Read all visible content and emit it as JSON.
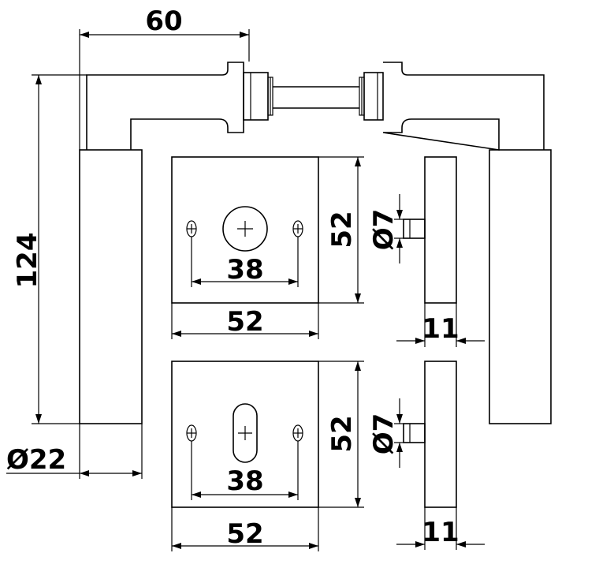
{
  "dimensions": {
    "handle_projection": "60",
    "handle_length": "124",
    "grip_diameter": "Ø22",
    "rose_top_height": "52",
    "rose_top_width": "52",
    "rose_top_screw_spacing": "38",
    "spindle_top_diameter": "Ø7",
    "rose_top_thickness": "11",
    "rose_bottom_height": "52",
    "rose_bottom_width": "52",
    "rose_bottom_screw_spacing": "38",
    "spindle_bottom_diameter": "Ø7",
    "rose_bottom_thickness": "11"
  }
}
